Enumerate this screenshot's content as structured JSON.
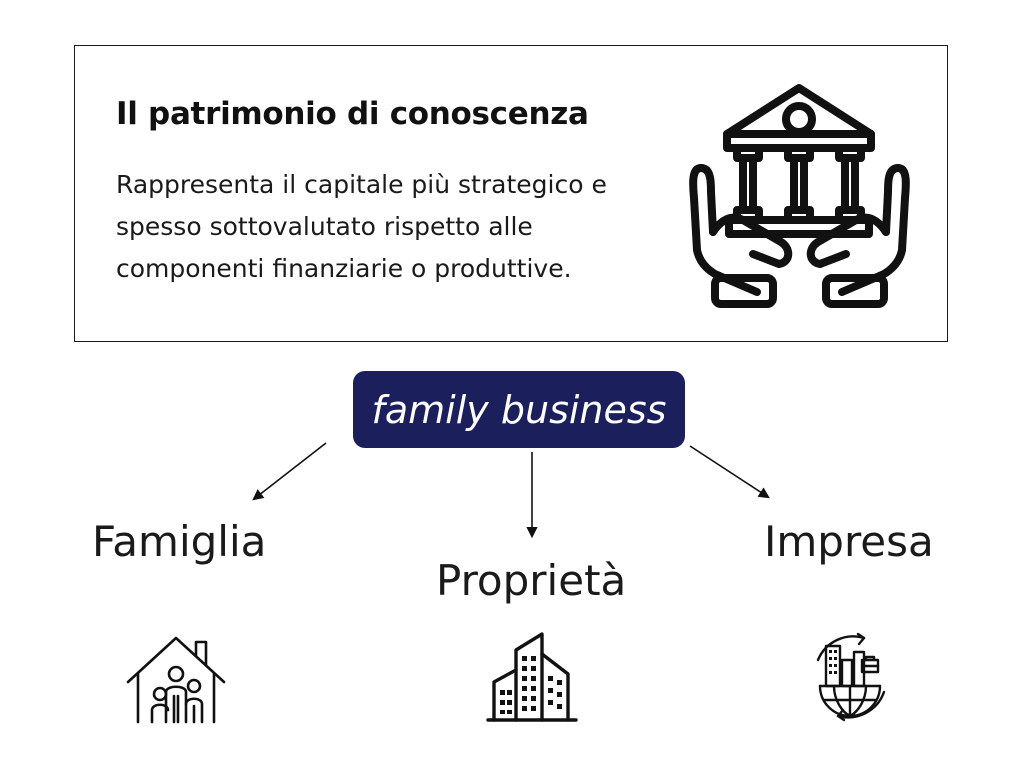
{
  "card": {
    "title": "Il patrimonio di conoscenza",
    "body": "Rappresenta il capitale più strategico e spesso sottovalutato rispetto alle componenti finanziarie o produttive."
  },
  "center": {
    "label": "family business"
  },
  "branches": {
    "left": {
      "label": "Famiglia",
      "icon": "family-house-icon"
    },
    "middle": {
      "label": "Proprietà",
      "icon": "office-building-icon"
    },
    "right": {
      "label": "Impresa",
      "icon": "global-business-icon"
    }
  },
  "colors": {
    "pill": "#1b1f5c",
    "ink": "#1a1a1a",
    "pill_text": "#ffffff"
  }
}
